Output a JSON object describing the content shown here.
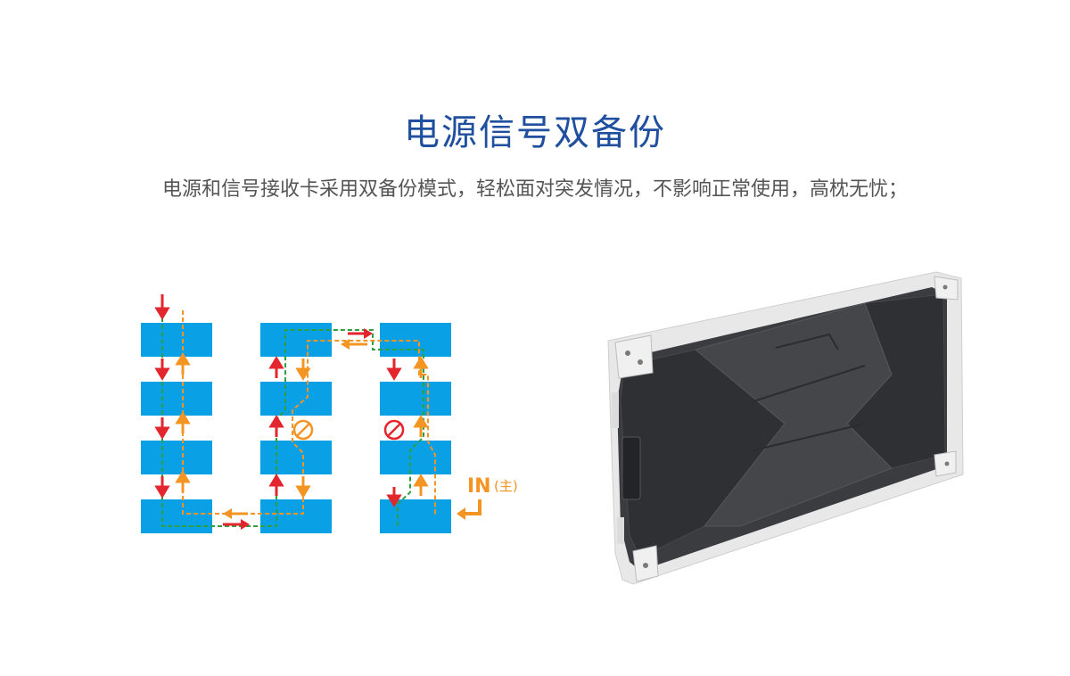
{
  "header": {
    "title": "电源信号双备份",
    "subtitle": "电源和信号接收卡采用双备份模式，轻松面对突发情况，不影响正常使用，高枕无忧；"
  },
  "diagram": {
    "input_label": "IN",
    "input_sub_label": "(主)",
    "columns": 3,
    "modules_per_column": 4,
    "colors": {
      "module": "#0aa0e6",
      "power_arrow": "#e3262d",
      "signal_arrow": "#f39423",
      "backup_path": "#2f9e3f",
      "main_path": "#f39423",
      "blocked": "#e3262d"
    }
  },
  "product": {
    "colors": {
      "body": "#3b3c40",
      "body_dark": "#2b2c30",
      "frame": "#e8e8e8"
    }
  }
}
